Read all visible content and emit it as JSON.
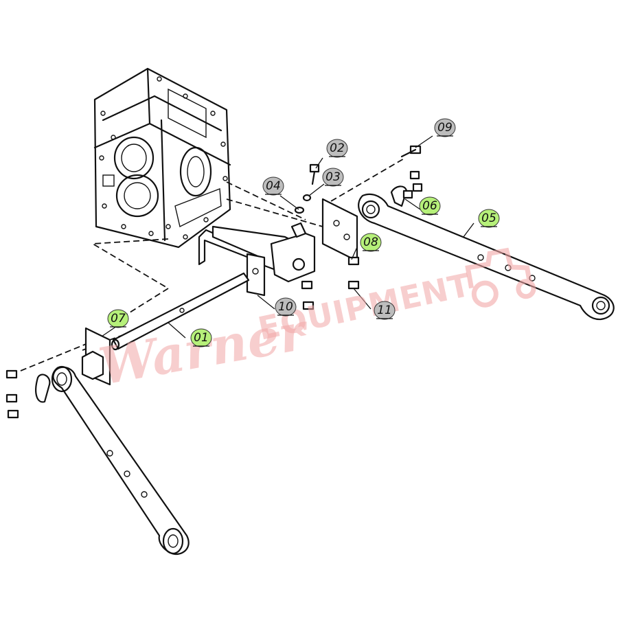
{
  "watermark": {
    "script_text": "Warner",
    "block_text": "EQUIPMENT",
    "color": "#f2a7a7",
    "icon": "tractor-icon"
  },
  "callouts": [
    {
      "id": "01",
      "label": "01",
      "style": "highlight",
      "color": "#b6f07a"
    },
    {
      "id": "02",
      "label": "02",
      "style": "gray",
      "color": "#bdbdbd"
    },
    {
      "id": "03",
      "label": "03",
      "style": "gray",
      "color": "#bdbdbd"
    },
    {
      "id": "04",
      "label": "04",
      "style": "gray",
      "color": "#bdbdbd"
    },
    {
      "id": "05",
      "label": "05",
      "style": "highlight",
      "color": "#b6f07a"
    },
    {
      "id": "06",
      "label": "06",
      "style": "highlight",
      "color": "#b6f07a"
    },
    {
      "id": "07",
      "label": "07",
      "style": "highlight",
      "color": "#b6f07a"
    },
    {
      "id": "08",
      "label": "08",
      "style": "highlight",
      "color": "#b6f07a"
    },
    {
      "id": "09",
      "label": "09",
      "style": "gray",
      "color": "#bdbdbd"
    },
    {
      "id": "10",
      "label": "10",
      "style": "gray",
      "color": "#bdbdbd"
    },
    {
      "id": "11",
      "label": "11",
      "style": "gray",
      "color": "#bdbdbd"
    }
  ]
}
